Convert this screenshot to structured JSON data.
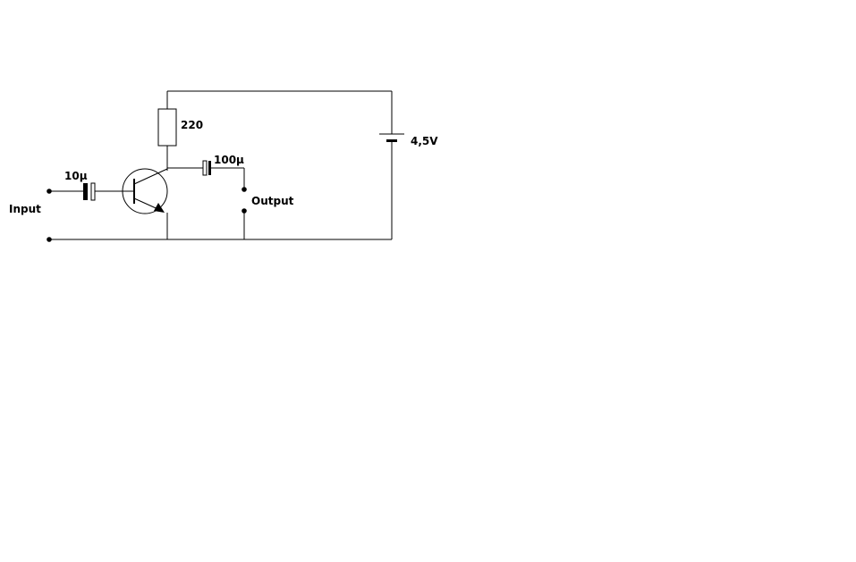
{
  "diagram": {
    "labels": {
      "input": "Input",
      "input_capacitor": "10µ",
      "resistor": "220",
      "output_capacitor": "100µ",
      "output": "Output",
      "battery": "4,5V"
    },
    "colors": {
      "line": "#000000",
      "background": "#ffffff"
    }
  }
}
